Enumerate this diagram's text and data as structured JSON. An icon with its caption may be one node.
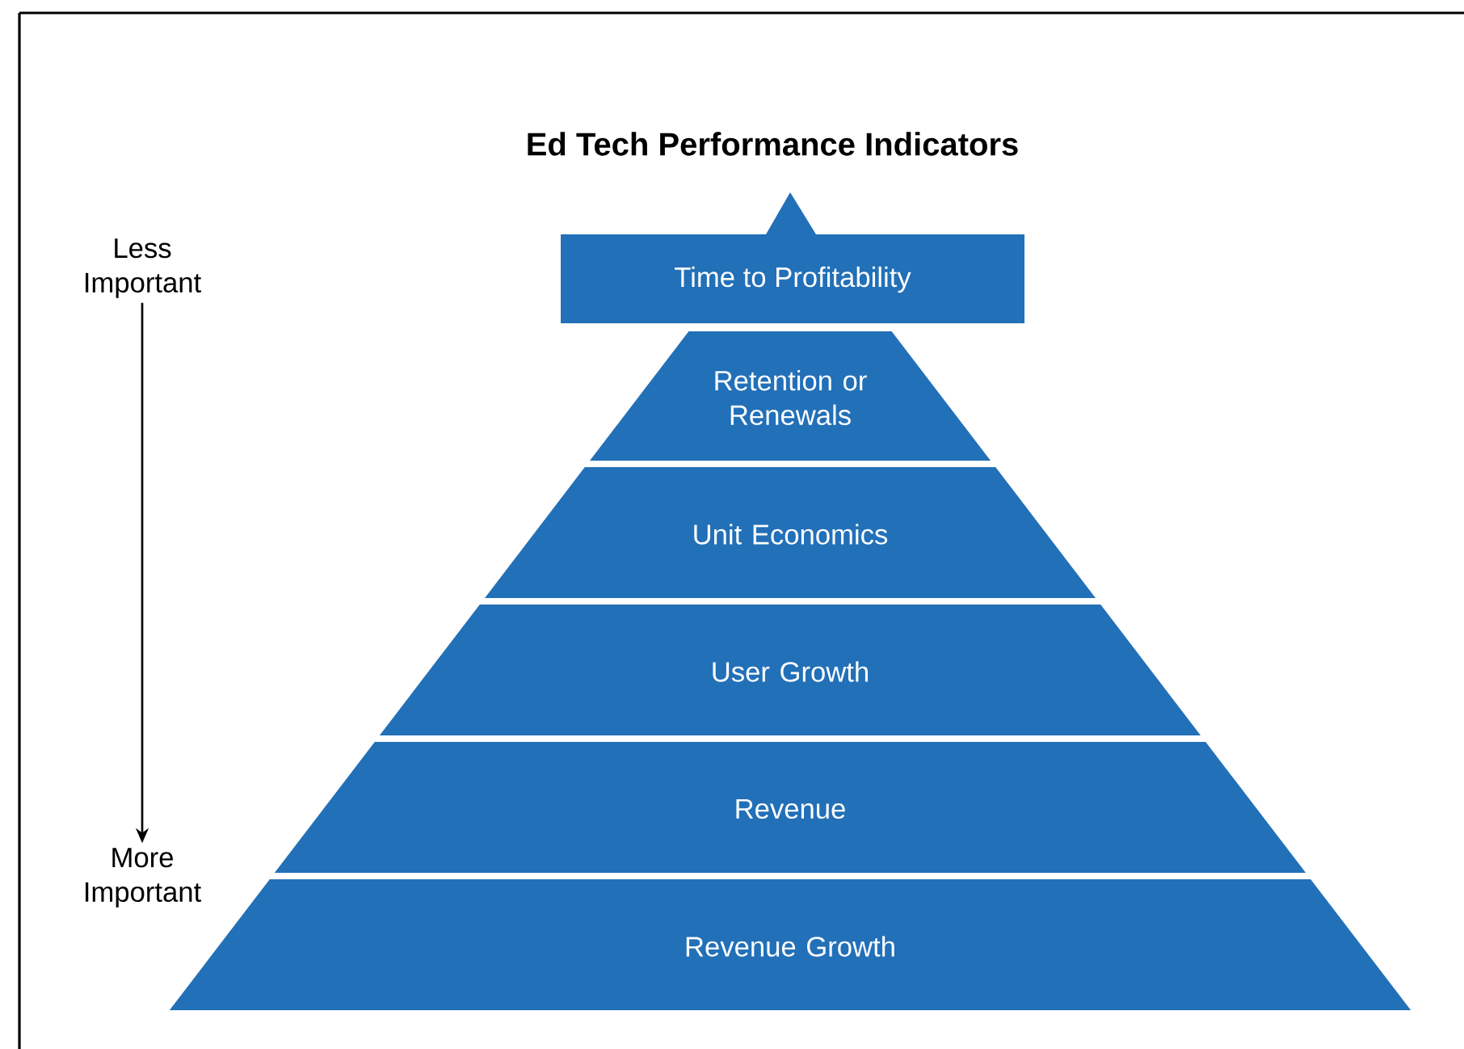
{
  "diagram": {
    "title": "Ed Tech Performance Indicators",
    "nodes": [
      {
        "text": [
          "Time to Profitability"
        ]
      },
      {
        "text": [
          "Retention or Renewals"
        ]
      },
      {
        "text": [
          "Unit Economics"
        ]
      },
      {
        "text": [
          "User Growth"
        ]
      },
      {
        "text": [
          "Revenue"
        ]
      },
      {
        "text": [
          "Revenue Growth"
        ]
      },
      {
        "text": [
          "Less Important"
        ]
      },
      {
        "text": [
          "More Important"
        ]
      }
    ],
    "edges": [
      {
        "from": 6,
        "to": 7,
        "arrow": "to"
      }
    ]
  }
}
